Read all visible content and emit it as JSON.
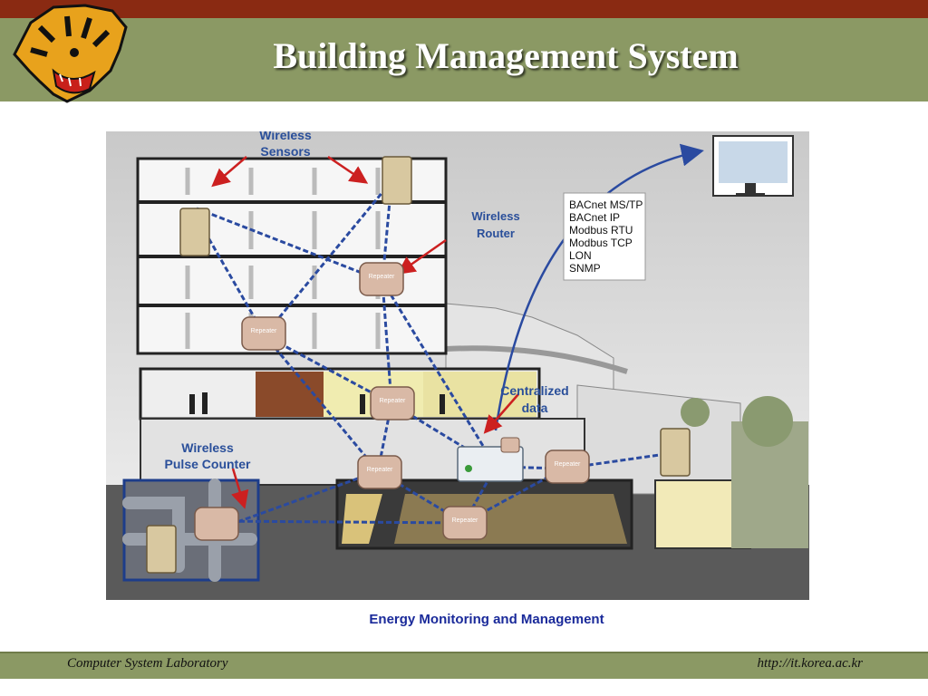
{
  "header": {
    "title": "Building Management System"
  },
  "diagram": {
    "labels": {
      "wireless_sensors": [
        "Wireless",
        "Sensors"
      ],
      "wireless_router": [
        "Wireless",
        "Router"
      ],
      "centralized_data": [
        "Centralized",
        "data"
      ],
      "wireless_pulse_counter": [
        "Wireless",
        "Pulse Counter"
      ],
      "repeater": "Repeater"
    },
    "protocols": [
      "BACnet MS/TP",
      "BACnet IP",
      "Modbus RTU",
      "Modbus TCP",
      "LON",
      "SNMP"
    ]
  },
  "caption": "Energy Monitoring and Management",
  "footer": {
    "left": "Computer System Laboratory",
    "right": "http://it.korea.ac.kr"
  },
  "colors": {
    "top_stripe": "#8a2a12",
    "band": "#8b9964",
    "caption": "#1a2a9a",
    "signal_line": "#2a4aa0",
    "arrow": "#cc2020"
  },
  "icons": [
    "tiger-logo-icon",
    "wireless-sensor-icon",
    "repeater-icon",
    "router-icon",
    "monitor-icon",
    "pipe-icon"
  ]
}
